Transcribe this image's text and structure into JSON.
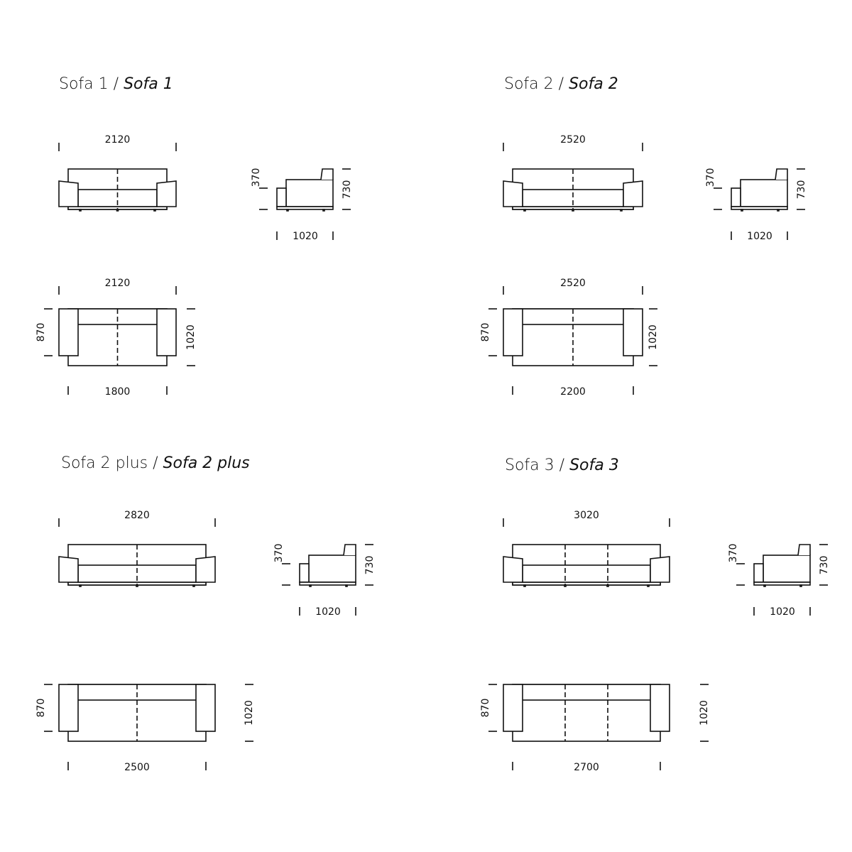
{
  "line_color": "#111111",
  "sofas": [
    {
      "title": "Sofa 1",
      "title_italic": "Sofa 1",
      "seats": 2,
      "front": {
        "width": "2120"
      },
      "side": {
        "seat_height": "370",
        "height": "730",
        "depth": "1020"
      },
      "top": {
        "width": "2120",
        "arm_depth": "870",
        "depth": "1020",
        "inner_width": "1800"
      }
    },
    {
      "title": "Sofa 2",
      "title_italic": "Sofa 2",
      "seats": 2,
      "front": {
        "width": "2520"
      },
      "side": {
        "seat_height": "370",
        "height": "730",
        "depth": "1020"
      },
      "top": {
        "width": "2520",
        "arm_depth": "870",
        "depth": "1020",
        "inner_width": "2200"
      }
    },
    {
      "title": "Sofa 2 plus",
      "title_italic": "Sofa 2 plus",
      "seats": 2,
      "front": {
        "width": "2820"
      },
      "side": {
        "seat_height": "370",
        "height": "730",
        "depth": "1020"
      },
      "top": {
        "arm_depth": "870",
        "depth": "1020",
        "inner_width": "2500"
      }
    },
    {
      "title": "Sofa 3",
      "title_italic": "Sofa 3",
      "seats": 3,
      "front": {
        "width": "3020"
      },
      "side": {
        "seat_height": "370",
        "height": "730",
        "depth": "1020"
      },
      "top": {
        "arm_depth": "870",
        "depth": "1020",
        "inner_width": "2700"
      }
    }
  ]
}
